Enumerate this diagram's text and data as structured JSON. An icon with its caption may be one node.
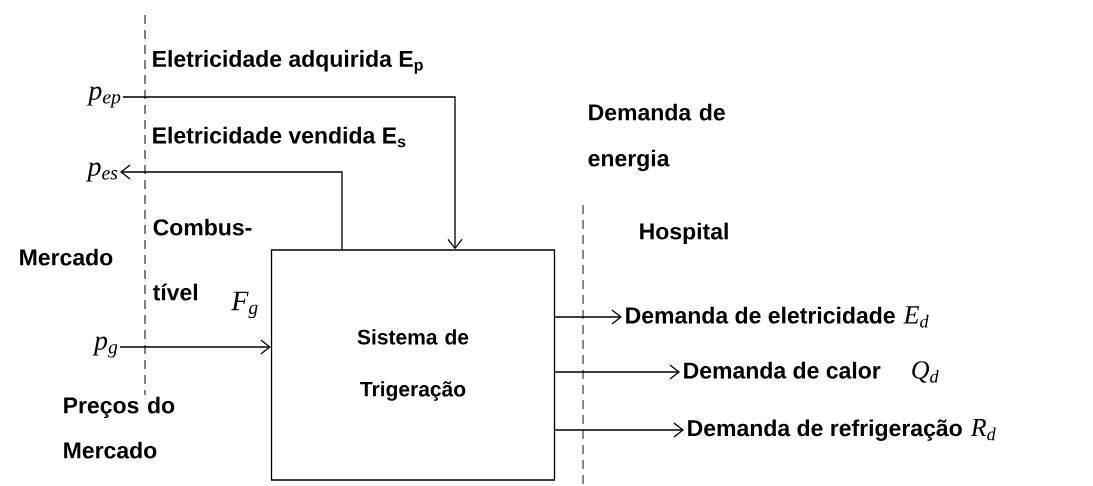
{
  "diagram": {
    "nodes": [
      {
        "text": [
          "Sistema de Trigeração"
        ]
      },
      {
        "text": [
          "p$_{ep}$"
        ]
      },
      {
        "text": [
          "p$_{es}$"
        ]
      },
      {
        "text": [
          "p$_{g}$"
        ]
      },
      {
        "text": [
          "Demanda de eletricidade",
          "E$_{d}$"
        ]
      },
      {
        "text": [
          "Demanda de calor",
          "Q$_{d}$"
        ]
      },
      {
        "text": [
          "Demanda de refrigeração",
          "R$_{d}$"
        ]
      }
    ],
    "edges": [
      {
        "from": 1,
        "to": 0,
        "arrow": "to",
        "label": "Eletricidade adquirida E$_{p}$"
      },
      {
        "from": 0,
        "to": 2,
        "arrow": "to",
        "label": "Eletricidade vendida E$_{s}$"
      },
      {
        "from": 3,
        "to": 0,
        "arrow": "to",
        "label": "F$_{g}$"
      },
      {
        "from": 0,
        "to": 4,
        "arrow": "to"
      },
      {
        "from": 0,
        "to": 5,
        "arrow": "to"
      },
      {
        "from": 0,
        "to": 6,
        "arrow": "to"
      }
    ],
    "labels": [
      "Mercado",
      "Combus- tível",
      "Preços do Mercado",
      "Demanda de energia",
      "Hospital"
    ]
  }
}
